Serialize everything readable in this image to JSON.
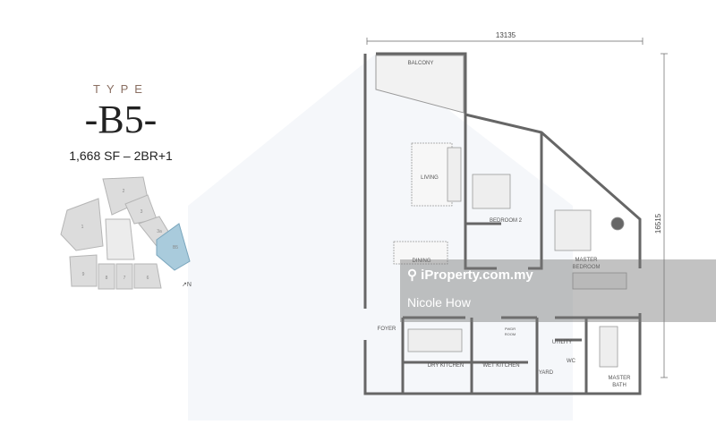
{
  "unit": {
    "type_label": "TYPE",
    "type_name": "-B5-",
    "summary": "1,668 SF – 2BR+1"
  },
  "key_plan": {
    "units": [
      "1",
      "2",
      "3",
      "3a",
      "B5",
      "9",
      "8",
      "7",
      "6"
    ],
    "highlight_color": "#a9cbdc"
  },
  "dimensions": {
    "width": "13135",
    "depth": "16515"
  },
  "rooms": {
    "balcony": "BALCONY",
    "living": "LIVING",
    "bedroom2": "BEDROOM 2",
    "master_bedroom_1": "MASTER",
    "master_bedroom_2": "BEDROOM",
    "dining": "DINING",
    "foyer": "FOYER",
    "powder_1": "PWDR",
    "powder_2": "ROOM",
    "utility": "UTILITY",
    "dry_kitchen": "DRY KITCHEN",
    "wet_kitchen": "WET KITCHEN",
    "yard": "YARD",
    "wc": "WC",
    "master_bath_1": "MASTER",
    "master_bath_2": "BATH"
  },
  "watermark": {
    "site": "iProperty.com.my",
    "agent": "Nicole How"
  }
}
